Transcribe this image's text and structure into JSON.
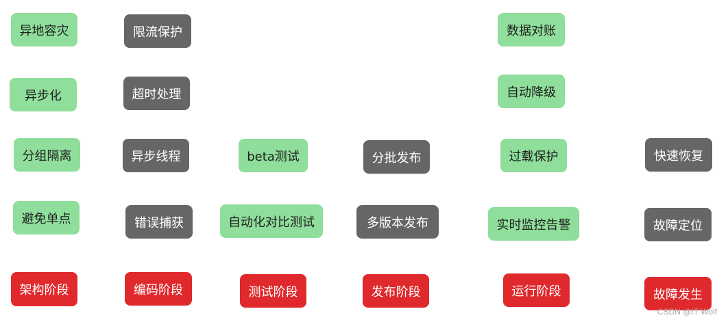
{
  "stages": {
    "architecture": "架构阶段",
    "coding": "编码阶段",
    "testing": "测试阶段",
    "release": "发布阶段",
    "operation": "运行阶段",
    "failure": "故障发生"
  },
  "architecture_items": {
    "disaster_recovery": "异地容灾",
    "async": "异步化",
    "group_isolation": "分组隔离",
    "avoid_single_point": "避免单点"
  },
  "coding_items": {
    "rate_limit": "限流保护",
    "timeout": "超时处理",
    "async_thread": "异步线程",
    "error_catch": "错误捕获"
  },
  "testing_items": {
    "beta_test": "beta测试",
    "auto_compare_test": "自动化对比测试"
  },
  "release_items": {
    "batch_release": "分批发布",
    "multi_version_release": "多版本发布"
  },
  "operation_items": {
    "data_reconcile": "数据对账",
    "auto_degrade": "自动降级",
    "overload_protect": "过载保护",
    "realtime_alert": "实时监控告警"
  },
  "failure_items": {
    "fast_recovery": "快速恢复",
    "fault_locate": "故障定位"
  },
  "colors": {
    "green": "#8fde9b",
    "gray": "#666666",
    "red": "#e0292d"
  },
  "watermark": "CSDN @IT Wolf"
}
